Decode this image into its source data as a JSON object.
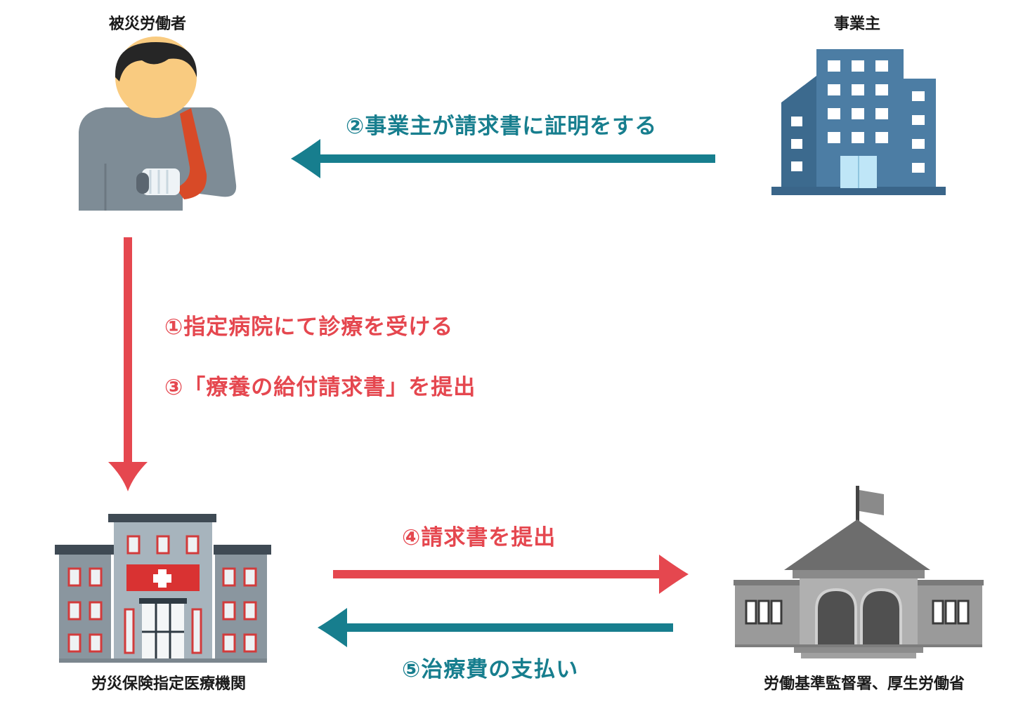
{
  "nodes": {
    "worker": "被災労働者",
    "employer": "事業主",
    "hospital": "労災保険指定医療機関",
    "office": "労働基準監督署、厚生労働省"
  },
  "steps": {
    "step1": "①指定病院にて診療を受ける",
    "step2": "②事業主が請求書に証明をする",
    "step3": "③「療養の給付請求書」を提出",
    "step4": "④請求書を提出",
    "step5": "⑤治療費の支払い"
  },
  "colors": {
    "teal_arrow": "#177e8e",
    "red_arrow": "#e5474f"
  },
  "icons": {
    "worker": "injured-worker-icon",
    "employer": "office-building-icon",
    "hospital": "hospital-building-icon",
    "office": "government-building-icon"
  }
}
